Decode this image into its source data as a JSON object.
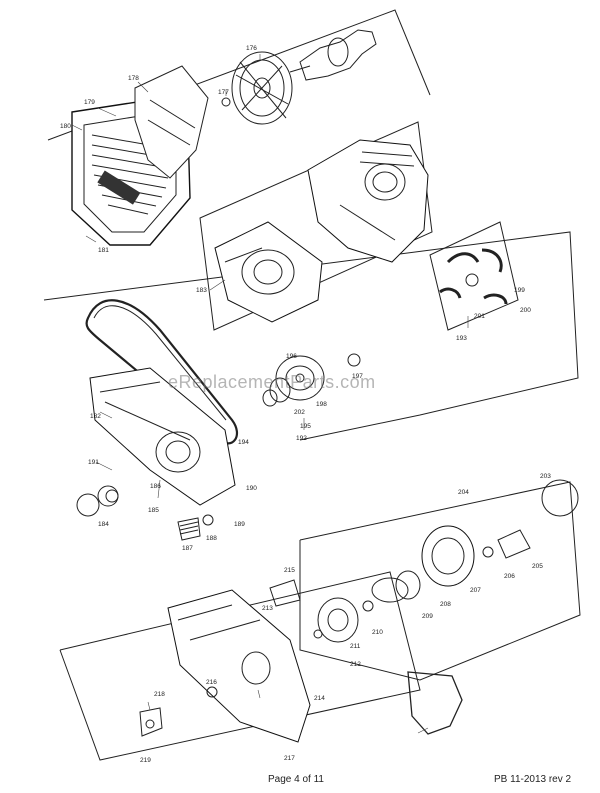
{
  "watermark": "eReplacementParts.com",
  "footer": {
    "page": "Page 4 of 11",
    "revision": "PB  11-2013  rev 2"
  },
  "callouts": {
    "c176": "176",
    "c177": "177",
    "c178": "178",
    "c179": "179",
    "c180": "180",
    "c181": "181",
    "c182": "182",
    "c183": "183",
    "c184": "184",
    "c185": "185",
    "c186": "186",
    "c187": "187",
    "c188": "188",
    "c189": "189",
    "c190": "190",
    "c191": "191",
    "c192": "192",
    "c193": "193",
    "c194": "194",
    "c195": "195",
    "c196": "196",
    "c197": "197",
    "c198": "198",
    "c199": "199",
    "c200": "200",
    "c201": "201",
    "c202": "202",
    "c203": "203",
    "c204": "204",
    "c205": "205",
    "c206": "206",
    "c207": "207",
    "c208": "208",
    "c209": "209",
    "c210": "210",
    "c211": "211",
    "c212": "212",
    "c213": "213",
    "c214": "214",
    "c215": "215",
    "c216": "216",
    "c217": "217",
    "c218": "218",
    "c219": "219"
  }
}
